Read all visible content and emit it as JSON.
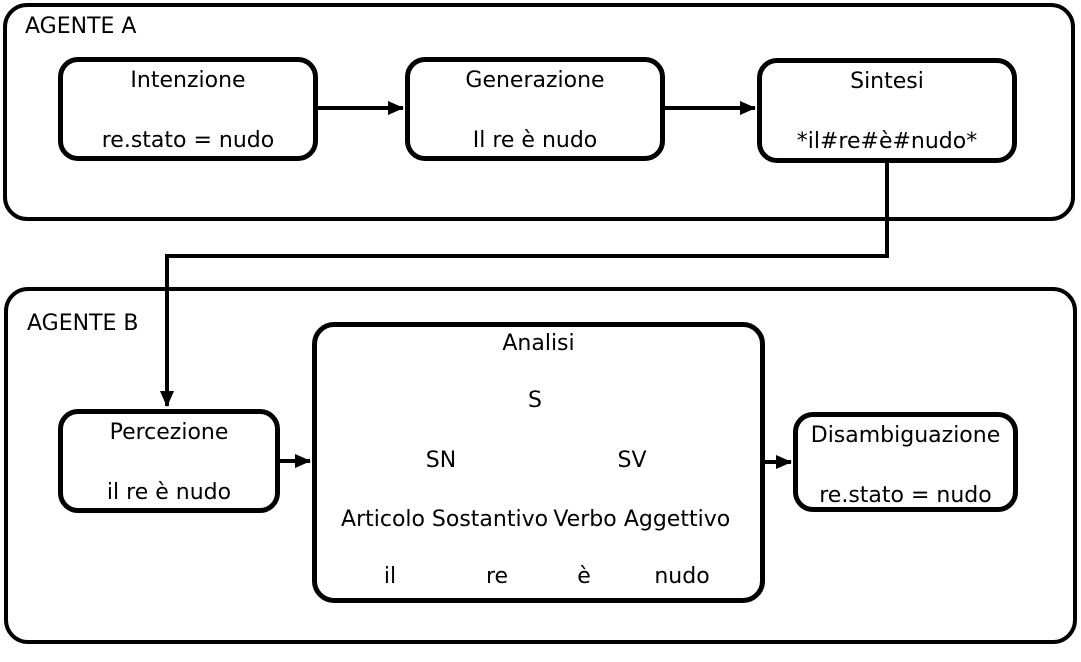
{
  "colors": {
    "line": "#000000",
    "background": "#ffffff"
  },
  "agent_a": {
    "label": "AGENTE A",
    "intenzione": {
      "title": "Intenzione",
      "value": "re.stato = nudo"
    },
    "generazione": {
      "title": "Generazione",
      "value": "Il re è nudo"
    },
    "sintesi": {
      "title": "Sintesi",
      "value": "*il#re#è#nudo*"
    }
  },
  "agent_b": {
    "label": "AGENTE B",
    "percezione": {
      "title": "Percezione",
      "value": "il re è nudo"
    },
    "analisi": {
      "title": "Analisi",
      "tree": {
        "root": "S",
        "np_label": "SN",
        "vp_label": "SV",
        "pos": [
          "Articolo",
          "Sostantivo",
          "Verbo",
          "Aggettivo"
        ],
        "words": [
          "il",
          "re",
          "è",
          "nudo"
        ]
      }
    },
    "disambiguazione": {
      "title": "Disambiguazione",
      "value": "re.stato = nudo"
    }
  }
}
